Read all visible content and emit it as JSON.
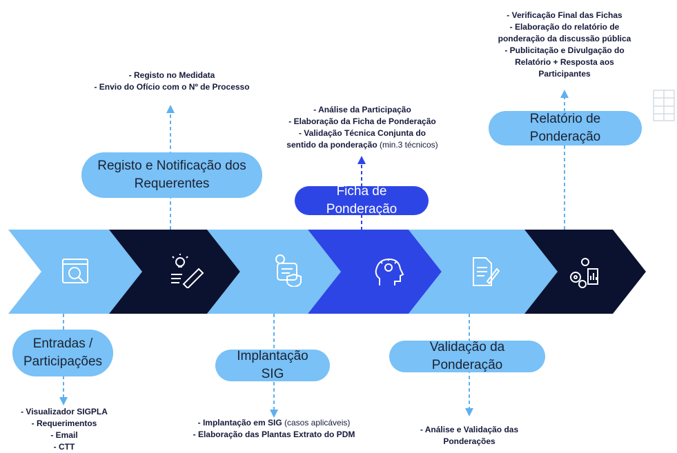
{
  "colors": {
    "light_blue": "#79c1f6",
    "navy": "#0b1230",
    "royal_blue": "#2e45e6",
    "connector": "#5fb0ee",
    "text_dark": "#15193a"
  },
  "stages": [
    {
      "color": "light_blue",
      "icon": "search-window-icon"
    },
    {
      "color": "navy",
      "icon": "idea-edit-icon"
    },
    {
      "color": "light_blue",
      "icon": "gis-shield-icon"
    },
    {
      "color": "royal_blue",
      "icon": "head-lightbulb-icon"
    },
    {
      "color": "light_blue",
      "icon": "document-pen-icon"
    },
    {
      "color": "navy",
      "icon": "gears-report-icon"
    }
  ],
  "labels": {
    "entradas": "Entradas /\nParticipações",
    "registo": "Registo e Notificação dos\nRequerentes",
    "implantacao": "Implantação SIG",
    "ficha": "Ficha de Ponderação",
    "validacao": "Validação da Ponderação",
    "relatorio": "Relatório de Ponderação"
  },
  "notes": {
    "registo": [
      "- Registo no Medidata",
      "- Envio do Ofício com o Nº de Processo"
    ],
    "ficha": {
      "l1": "- Análise da Participação",
      "l2": "- Elaboração da Ficha de Ponderação",
      "l3": "- Validação Técnica Conjunta do",
      "l4_bold": "sentido da ponderação",
      "l4_light": " (min.3 técnicos)"
    },
    "relatorio": [
      "- Verificação Final das Fichas",
      "- Elaboração do relatório de",
      "ponderação da discussão pública",
      "- Publicitação e Divulgação do",
      "Relatório + Resposta aos",
      "Participantes"
    ],
    "entradas": [
      "- Visualizador SIGPLA",
      "- Requerimentos",
      "- Email",
      "- CTT"
    ],
    "implantacao": {
      "l1_bold": "- Implantação em SIG",
      "l1_light": " (casos aplicáveis)",
      "l2": "- Elaboração das Plantas Extrato do PDM"
    },
    "validacao": [
      "- Análise e Validação das",
      "Ponderações"
    ]
  }
}
